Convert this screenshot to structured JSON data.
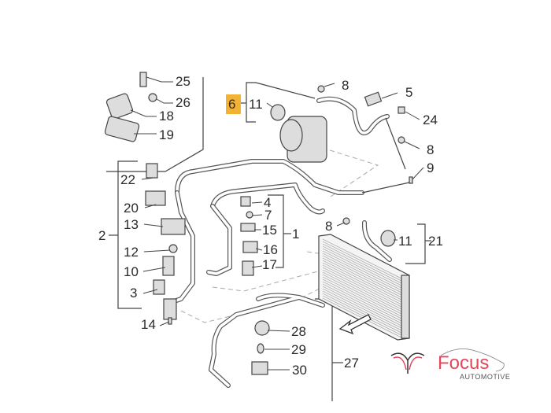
{
  "diagram": {
    "highlight_color": "#f2b233",
    "callouts": [
      "25",
      "26",
      "18",
      "19",
      "6",
      "11",
      "8",
      "5",
      "24",
      "8",
      "9",
      "22",
      "20",
      "4",
      "7",
      "13",
      "15",
      "2",
      "1",
      "11",
      "21",
      "12",
      "16",
      "17",
      "10",
      "8",
      "3",
      "14",
      "28",
      "29",
      "27",
      "30"
    ]
  },
  "logo": {
    "name": "Focus",
    "subtitle": "AUTOMOTIVE",
    "color": "#e2475a"
  }
}
